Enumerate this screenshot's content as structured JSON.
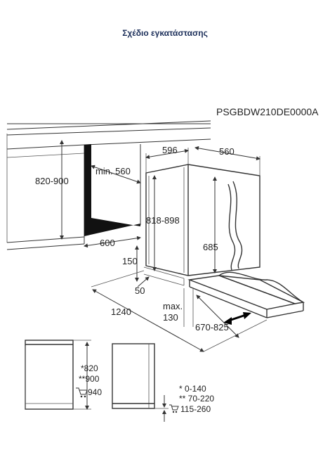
{
  "header": {
    "title": "Σχέδιο εγκατάστασης"
  },
  "diagram": {
    "model_code": "PSGBDW210DE0000A",
    "dims": {
      "niche_height": "820-900",
      "min_depth": "min. 560",
      "niche_width": "600",
      "width": "596",
      "depth": "560",
      "height_range": "818-898",
      "inner_height": "685",
      "plinth": "150",
      "offset": "50",
      "door_swing": "1240",
      "max_label": "max.",
      "max_value": "130",
      "plinth_range": "670-825"
    },
    "side_view": {
      "h1": "*820",
      "h2": "**900",
      "h3": "940",
      "r1": "*   0-140",
      "r2": "** 70-220",
      "r3": "115-260"
    }
  }
}
